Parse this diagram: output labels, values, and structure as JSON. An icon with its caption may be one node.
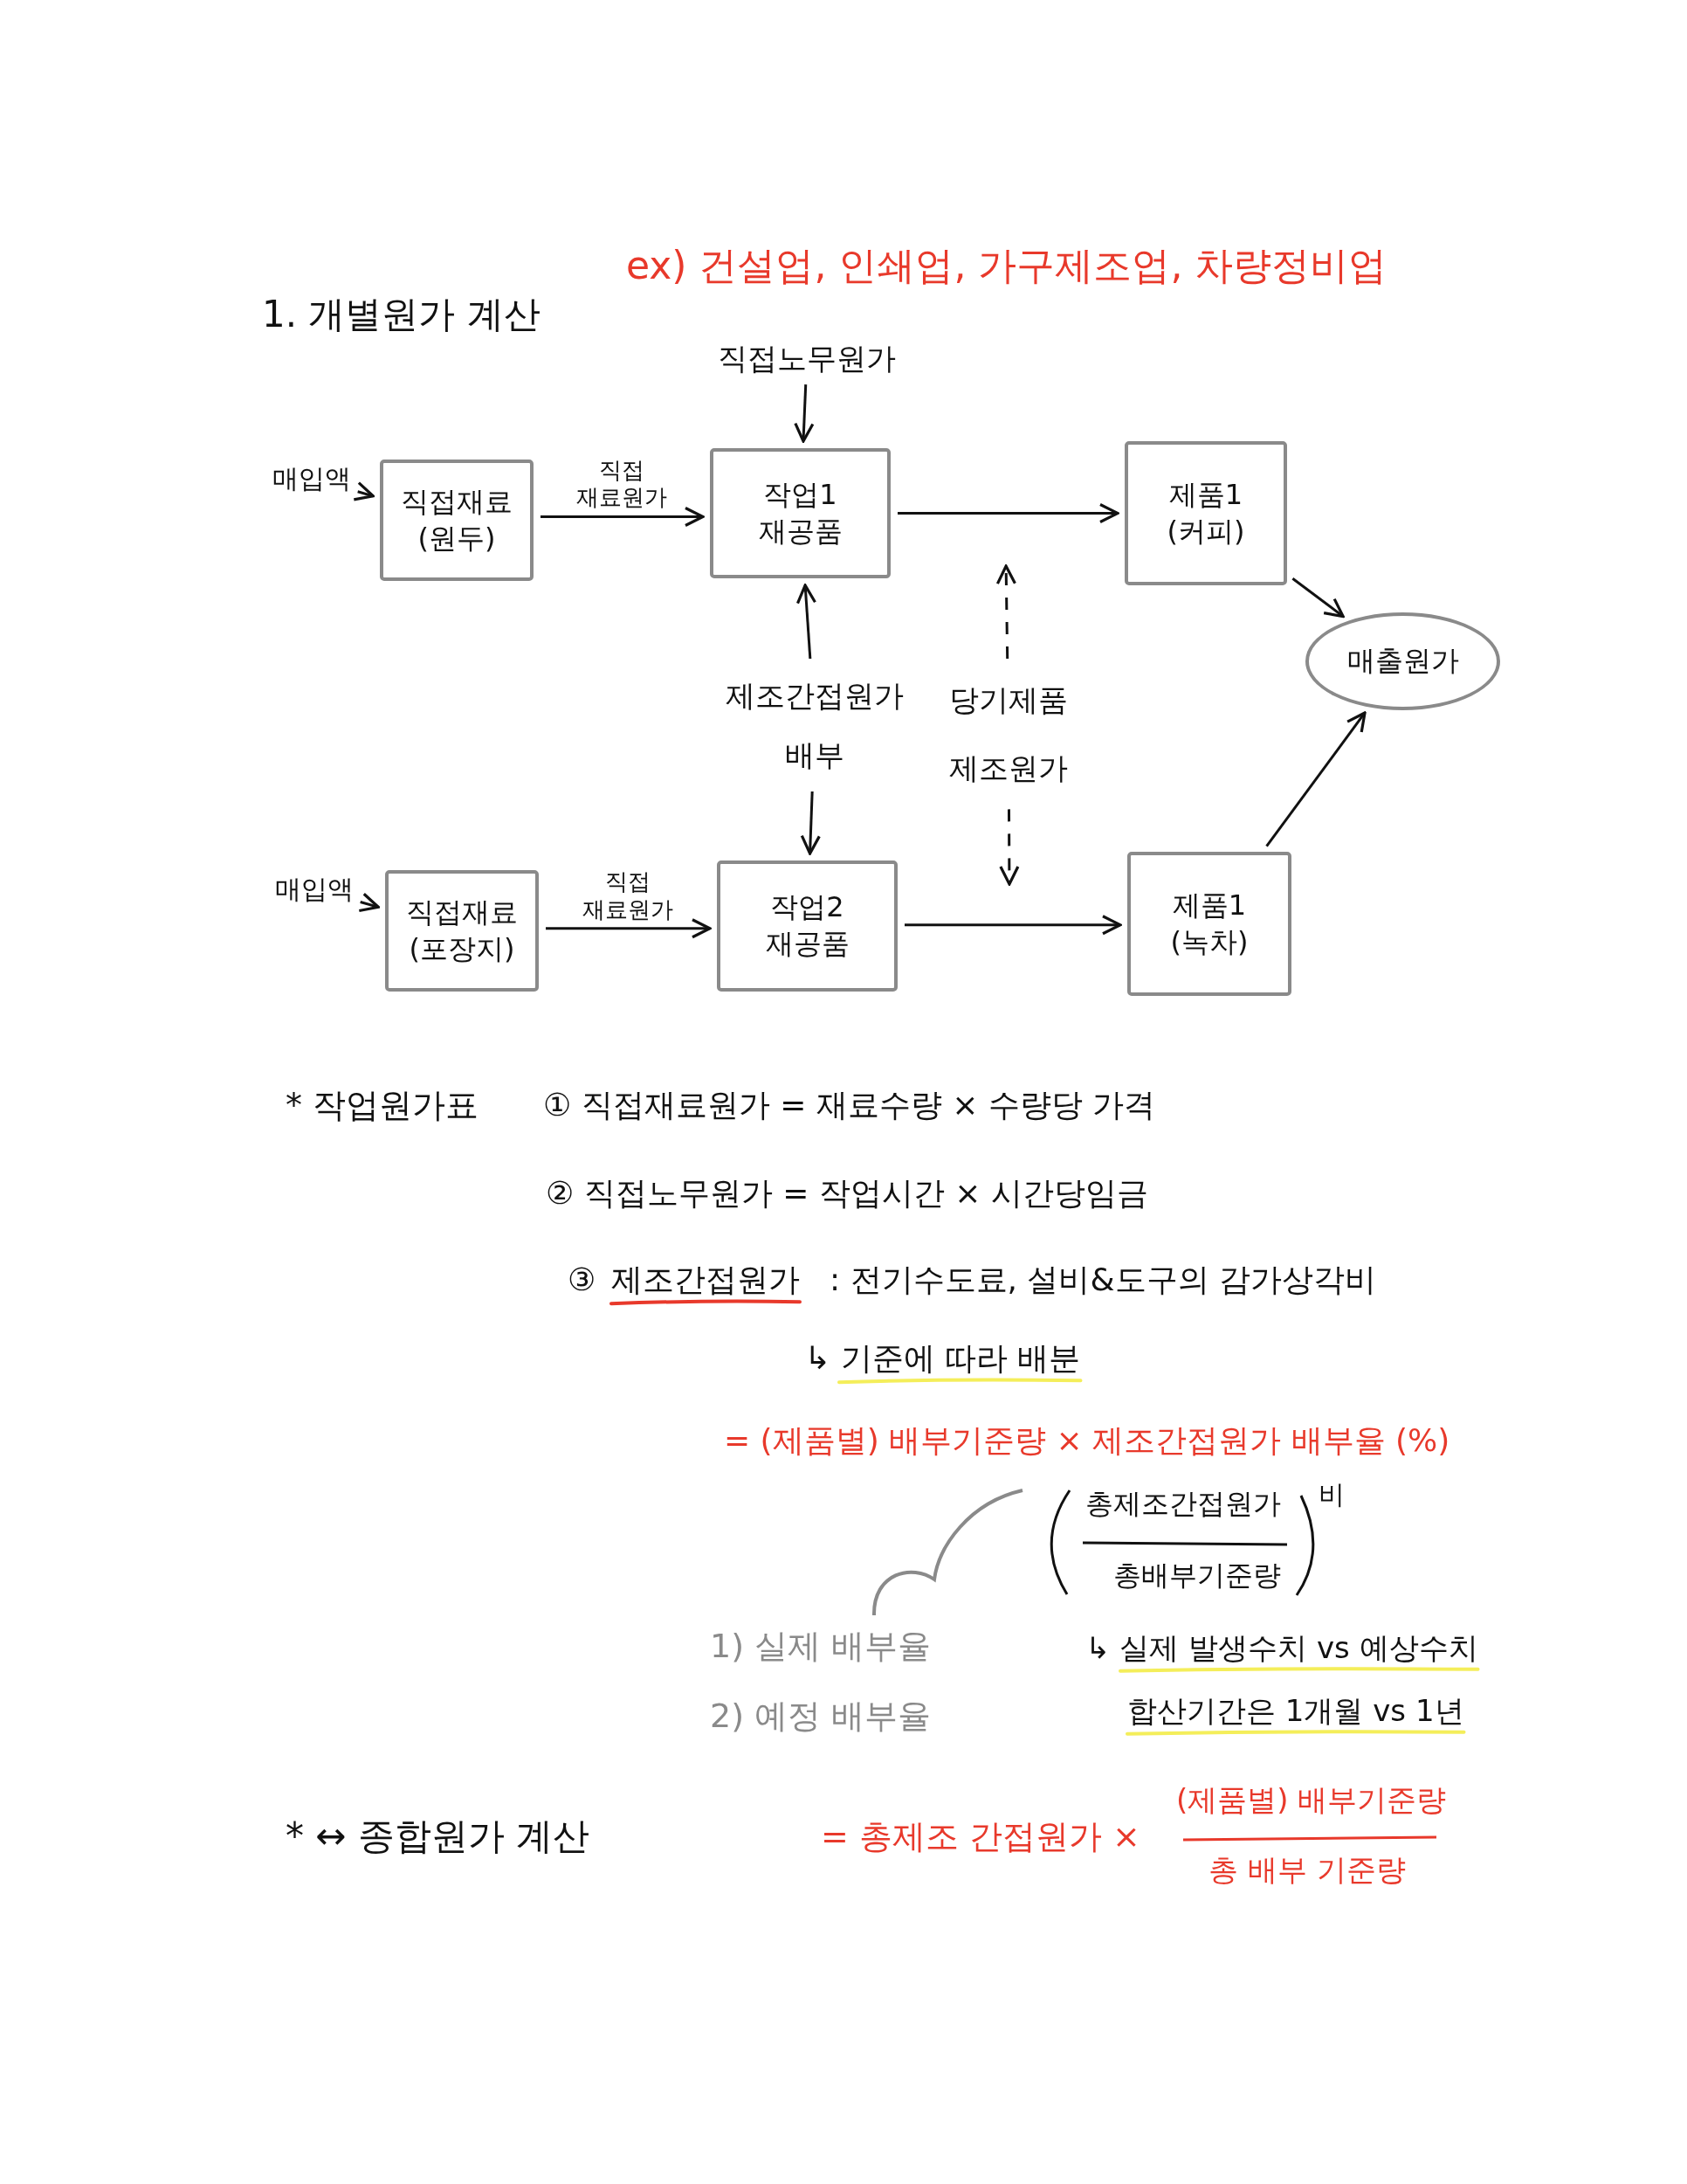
{
  "diagram": {
    "title": "1. 개별원가 계산",
    "nodes": [
      {
        "text": [
          "직접재료 (원두)"
        ]
      },
      {
        "text": [
          "작업1 재공품"
        ]
      },
      {
        "text": [
          "제품1 (커피)"
        ]
      },
      {
        "text": [
          "매출원가"
        ]
      },
      {
        "text": [
          "직접재료 (포장지)"
        ]
      },
      {
        "text": [
          "작업2 재공품"
        ]
      },
      {
        "text": [
          "제품1 (녹차)"
        ]
      },
      {
        "text": [
          "매입액"
        ]
      },
      {
        "text": [
          "매입액"
        ]
      },
      {
        "text": [
          "직접노무원가"
        ]
      },
      {
        "text": [
          "제조간접원가 배부"
        ]
      },
      {
        "text": [
          "당기제품 제조원가"
        ]
      }
    ],
    "edges": [
      {
        "from": 7,
        "to": 0,
        "arrow": "to"
      },
      {
        "from": 0,
        "to": 1,
        "arrow": "to",
        "label": "직접 재료원가"
      },
      {
        "from": 1,
        "to": 2,
        "arrow": "to"
      },
      {
        "from": 9,
        "to": 1,
        "arrow": "to"
      },
      {
        "from": 10,
        "to": 1,
        "arrow": "to"
      },
      {
        "from": 10,
        "to": 5,
        "arrow": "to"
      },
      {
        "from": 11,
        "to": null,
        "arrow": "to",
        "style": "dashed"
      },
      {
        "from": 11,
        "to": null,
        "arrow": "to",
        "style": "dashed"
      },
      {
        "from": 2,
        "to": 3,
        "arrow": "to"
      },
      {
        "from": 8,
        "to": 4,
        "arrow": "to"
      },
      {
        "from": 4,
        "to": 5,
        "arrow": "to",
        "label": "직접 재료원가"
      },
      {
        "from": 5,
        "to": 6,
        "arrow": "to"
      },
      {
        "from": 6,
        "to": 3,
        "arrow": "to"
      }
    ],
    "labels": [
      "ex) 건설업, 인쇄업, 가구제조업, 차량정비업",
      "* 작업원가표",
      "① 직접재료원가 = 재료수량 × 수량당 가격",
      "② 직접노무원가 = 작업시간 × 시간당임금",
      "③",
      "제조간접원가",
      ": 전기수도료, 설비&도구의 감가상각비",
      "↳ 기준에 따라 배분",
      "= (제품별) 배부기준량 × 제조간접원가 배부율 (%)",
      "총제조간접원가",
      "비",
      "총배부기준량",
      "1) 실제 배부율",
      "↳ 실제 발생수치 vs 예상수치",
      "2) 예정 배부율",
      "합산기간은 1개월 vs 1년",
      "* ↔ 종합원가 계산",
      "= 총제조 간접원가 ×",
      "(제품별) 배부기준량",
      "총 배부 기준량"
    ]
  }
}
